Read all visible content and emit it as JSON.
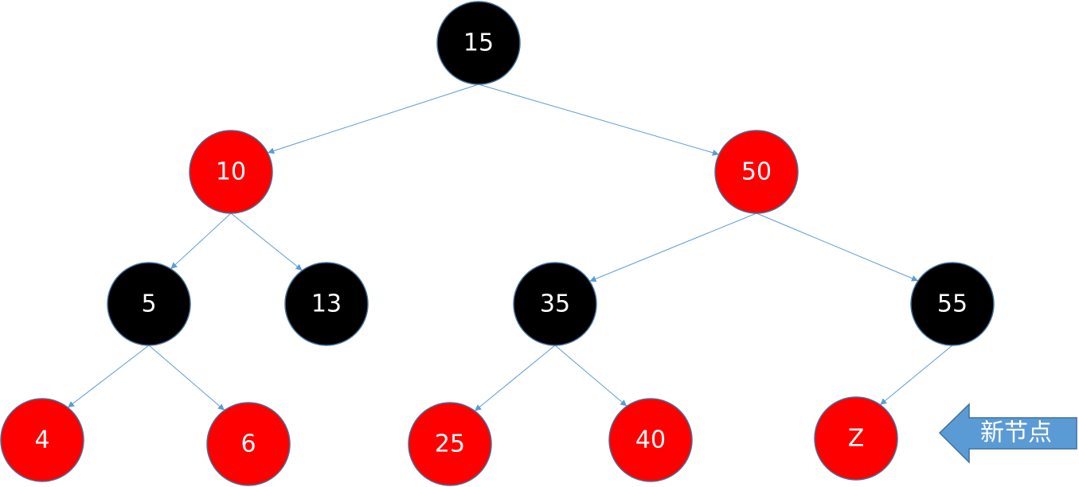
{
  "colors": {
    "black_node": "#000000",
    "red_node": "#ff0000",
    "edge": "#5b9bd5",
    "node_border": "#41719c",
    "callout_fill": "#5b9bd5",
    "node_text": "#ffffff"
  },
  "nodes": [
    {
      "id": "n15",
      "label": "15",
      "color": "black"
    },
    {
      "id": "n10",
      "label": "10",
      "color": "red"
    },
    {
      "id": "n50",
      "label": "50",
      "color": "red"
    },
    {
      "id": "n5",
      "label": "5",
      "color": "black"
    },
    {
      "id": "n13",
      "label": "13",
      "color": "black"
    },
    {
      "id": "n35",
      "label": "35",
      "color": "black"
    },
    {
      "id": "n55",
      "label": "55",
      "color": "black"
    },
    {
      "id": "n4",
      "label": "4",
      "color": "red"
    },
    {
      "id": "n6",
      "label": "6",
      "color": "red"
    },
    {
      "id": "n25",
      "label": "25",
      "color": "red"
    },
    {
      "id": "n40",
      "label": "40",
      "color": "red"
    },
    {
      "id": "nZ",
      "label": "Z",
      "color": "red"
    }
  ],
  "edges": [
    {
      "from": "n15",
      "to": "n10"
    },
    {
      "from": "n15",
      "to": "n50"
    },
    {
      "from": "n10",
      "to": "n5"
    },
    {
      "from": "n10",
      "to": "n13"
    },
    {
      "from": "n50",
      "to": "n35"
    },
    {
      "from": "n50",
      "to": "n55"
    },
    {
      "from": "n5",
      "to": "n4"
    },
    {
      "from": "n5",
      "to": "n6"
    },
    {
      "from": "n35",
      "to": "n25"
    },
    {
      "from": "n35",
      "to": "n40"
    },
    {
      "from": "n55",
      "to": "nZ"
    }
  ],
  "callout": {
    "label": "新节点",
    "points_to": "nZ",
    "direction": "left"
  }
}
